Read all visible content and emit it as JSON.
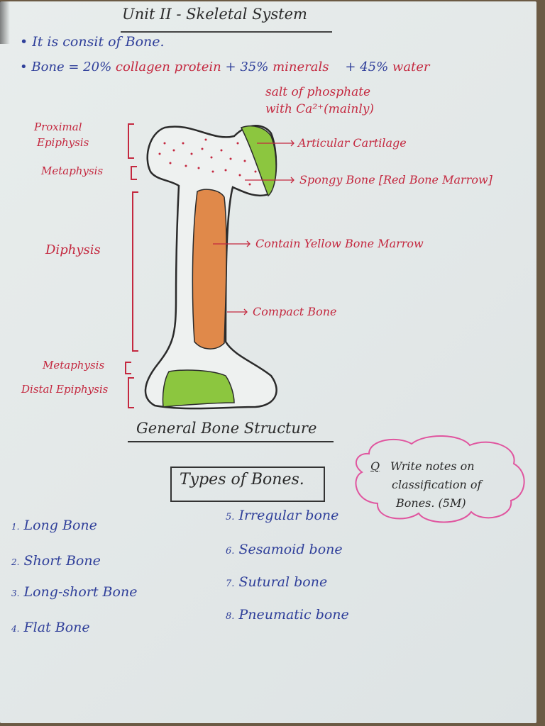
{
  "page": {
    "title": "Unit II - Skeletal System",
    "intro": {
      "line1": "• It is consit of Bone.",
      "line2_prefix": "• Bone = 20%",
      "line2_collagen": "collagen protein",
      "line2_plus35": "+ 35%",
      "line2_minerals": "minerals",
      "line2_plus45": "+ 45%",
      "line2_water": "water",
      "minerals_note_1": "salt of phosphate",
      "minerals_note_2": "with Ca²⁺(mainly)"
    },
    "diagram": {
      "left_labels": {
        "proximal_epiphysis_1": "Proximal",
        "proximal_epiphysis_2": "Epiphysis",
        "metaphysis_top": "Metaphysis",
        "diaphysis": "Diphysis",
        "metaphysis_bottom": "Metaphysis",
        "distal_epiphysis": "Distal Epiphysis"
      },
      "right_labels": {
        "articular_cartilage": "Articular Cartilage",
        "spongy_bone": "Spongy Bone [Red Bone Marrow]",
        "yellow_marrow": "Contain Yellow Bone Marrow",
        "compact_bone": "Compact Bone"
      },
      "caption": "General Bone Structure",
      "colors": {
        "cartilage": "#8cc63f",
        "marrow": "#e0894a",
        "outline": "#2b2b2b",
        "label": "#c4283f"
      }
    },
    "types": {
      "heading": "Types of Bones.",
      "left_column": [
        {
          "num": "1.",
          "label": "Long Bone"
        },
        {
          "num": "2.",
          "label": "Short Bone"
        },
        {
          "num": "3.",
          "label": "Long-short Bone"
        },
        {
          "num": "4.",
          "label": "Flat Bone"
        }
      ],
      "right_column": [
        {
          "num": "5.",
          "label": "Irregular bone"
        },
        {
          "num": "6.",
          "label": "Sesamoid bone"
        },
        {
          "num": "7.",
          "label": "Sutural bone"
        },
        {
          "num": "8.",
          "label": "Pneumatic bone"
        }
      ]
    },
    "question_note": {
      "q": "Q",
      "line1": "Write notes on",
      "line2": "classification of",
      "line3": "Bones. (5M)",
      "border_color": "#e0559f"
    }
  }
}
